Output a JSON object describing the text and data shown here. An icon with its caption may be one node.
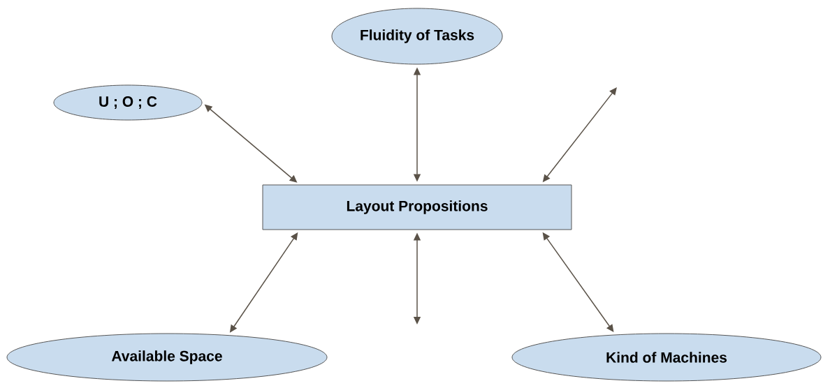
{
  "diagram": {
    "nodes": [
      {
        "text": [
          "Fluidity of Tasks"
        ]
      },
      {
        "text": [
          "U ; O ; C"
        ]
      },
      {
        "text": [
          "Layout Propositions"
        ]
      },
      {
        "text": [
          "Available Space"
        ]
      },
      {
        "text": [
          "Kind of Machines"
        ]
      }
    ],
    "edges": [
      {
        "from": 0,
        "to": 2,
        "arrow": "both"
      },
      {
        "from": 1,
        "to": 2,
        "arrow": "both"
      },
      {
        "from": 2,
        "to": null,
        "arrow": "both"
      },
      {
        "from": 3,
        "to": 2,
        "arrow": "both"
      },
      {
        "from": 2,
        "to": null,
        "arrow": "both"
      },
      {
        "from": 4,
        "to": 2,
        "arrow": "both"
      }
    ]
  }
}
